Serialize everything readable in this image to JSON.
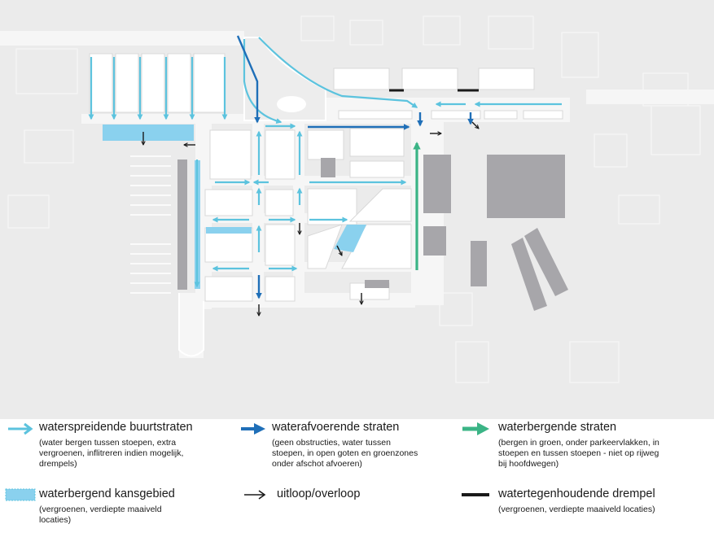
{
  "colors": {
    "background": "#ebebeb",
    "block": "#ffffff",
    "building": "#a7a6aa",
    "light_blue": "#5cc3de",
    "dark_blue": "#1f6fb8",
    "green": "#3bb486",
    "black": "#1a1a1a",
    "kans_fill": "#8ad1ee"
  },
  "legend": [
    {
      "symbol": "light-blue-arrow-icon",
      "title": "waterspreidende buurtstraten",
      "desc": [
        "(water bergen tussen stoepen, extra",
        "vergroenen, inflitreren indien mogelijk,",
        "drempels)"
      ]
    },
    {
      "symbol": "dark-blue-arrow-icon",
      "title": "waterafvoerende straten",
      "desc": [
        "(geen obstructies, water tussen",
        "stoepen, in open goten en groenzones",
        "onder afschot afvoeren)"
      ]
    },
    {
      "symbol": "green-arrow-icon",
      "title": "waterbergende straten",
      "desc": [
        "(bergen in groen, onder parkeervlakken, in",
        "stoepen en tussen stoepen - niet op rijweg",
        "bij hoofdwegen)"
      ]
    },
    {
      "symbol": "kans-area-icon",
      "title": "waterbergend kansgebied",
      "desc": [
        "(vergroenen, verdiepte maaiveld",
        "locaties)"
      ]
    },
    {
      "symbol": "black-arrow-icon",
      "title": "uitloop/overloop",
      "desc": []
    },
    {
      "symbol": "black-bar-icon",
      "title": "watertegenhoudende drempel",
      "desc": [
        "(vergroenen, verdiepte maaiveld locaties)"
      ]
    }
  ]
}
